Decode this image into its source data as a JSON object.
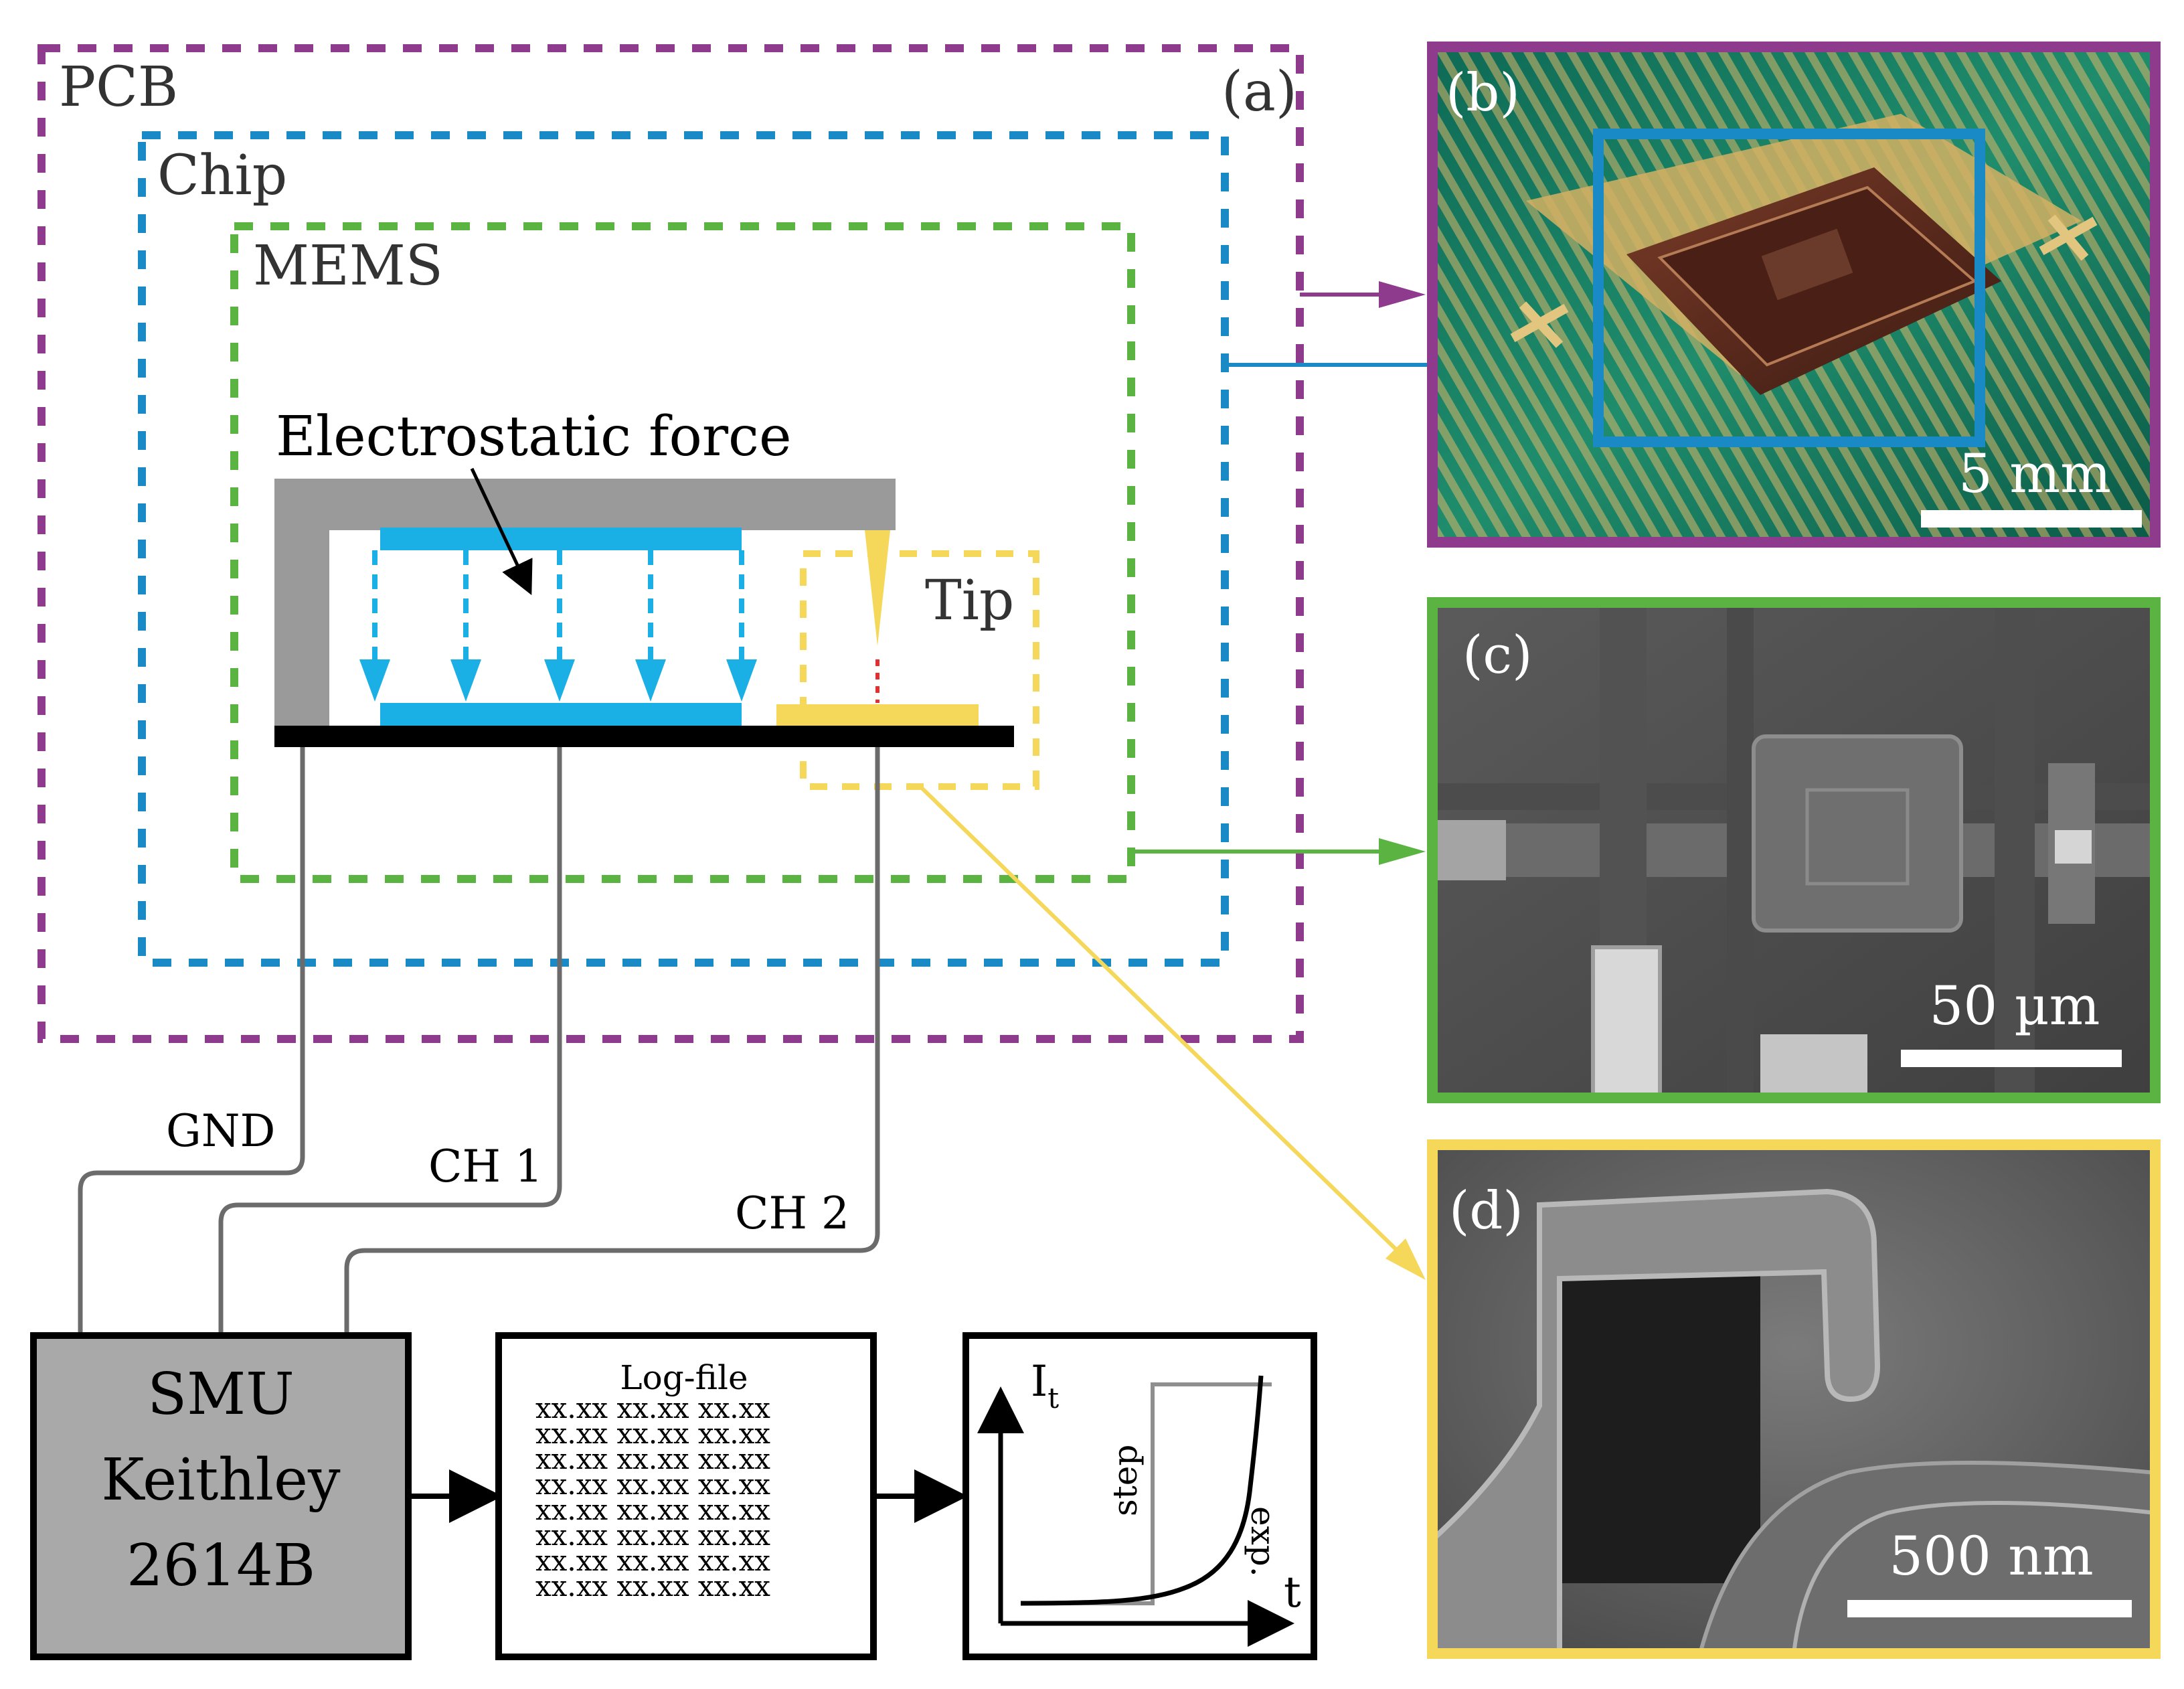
{
  "panel_a": {
    "label": "(a)",
    "pcb_label": "PCB",
    "chip_label": "Chip",
    "mems_label": "MEMS",
    "force_label": "Electrostatic force",
    "tip_label": "Tip",
    "gnd_label": "GND",
    "ch1_label": "CH 1",
    "ch2_label": "CH 2",
    "smu_line1": "SMU",
    "smu_line2": "Keithley",
    "smu_line3": "2614B",
    "logfile_title": "Log-file",
    "logfile_rows": [
      "xx.xx  xx.xx xx.xx",
      "xx.xx  xx.xx xx.xx",
      "xx.xx  xx.xx xx.xx",
      "xx.xx  xx.xx xx.xx",
      "xx.xx  xx.xx xx.xx",
      "xx.xx  xx.xx xx.xx",
      "xx.xx  xx.xx xx.xx",
      "xx.xx  xx.xx xx.xx"
    ],
    "plot_ylabel": "I",
    "plot_ylabel_sub": "t",
    "plot_xlabel": "t",
    "plot_step_label": "step",
    "plot_exp_label": "exp."
  },
  "panel_b": {
    "label": "(b)",
    "scale": "5 mm"
  },
  "panel_c": {
    "label": "(c)",
    "scale": "50 µm"
  },
  "panel_d": {
    "label": "(d)",
    "scale": "500 nm"
  },
  "colors": {
    "pcb": "#8e3b8e",
    "chip": "#1a8ac7",
    "mems": "#5bb342",
    "tip": "#f5d75a",
    "electrode": "#1ab0e6",
    "frame_gray": "#9a9a9a",
    "smu_gray": "#a9a9a9"
  }
}
